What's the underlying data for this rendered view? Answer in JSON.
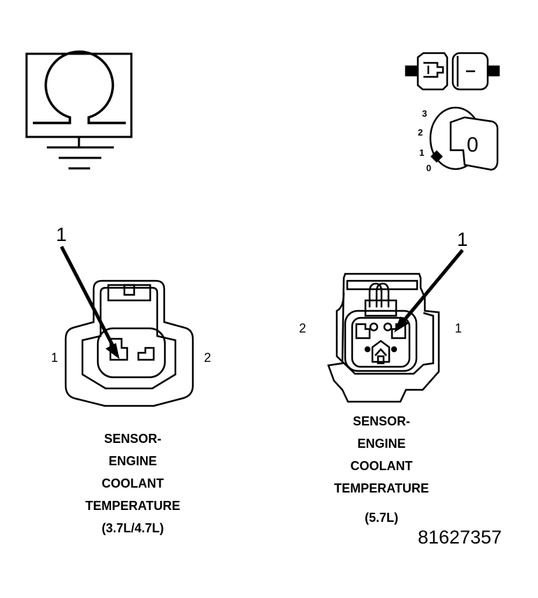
{
  "meter": {
    "symbol": "Ω"
  },
  "ignition": {
    "positions": [
      "3",
      "2",
      "1",
      "0"
    ],
    "key_label": "0"
  },
  "left_connector": {
    "callout": "1",
    "pin_left": "1",
    "pin_right": "2",
    "caption": [
      "SENSOR-",
      "ENGINE",
      "COOLANT",
      "TEMPERATURE",
      "(3.7L/4.7L)"
    ]
  },
  "right_connector": {
    "callout": "1",
    "pin_left": "2",
    "pin_right": "1",
    "caption": [
      "SENSOR-",
      "ENGINE",
      "COOLANT",
      "TEMPERATURE",
      "(5.7L)"
    ]
  },
  "figure_number": "81627357",
  "colors": {
    "line": "#000000",
    "background": "#ffffff"
  }
}
